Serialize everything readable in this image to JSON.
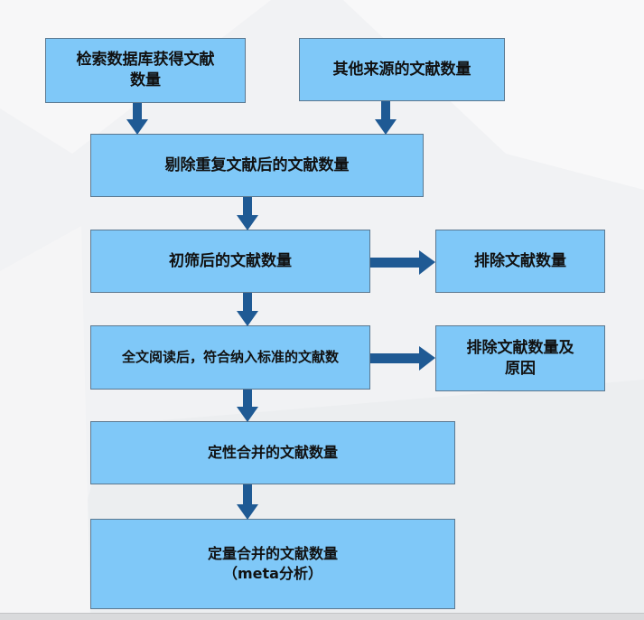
{
  "flowchart": {
    "db_search": "检索数据库获得文献数量",
    "other_sources": "其他来源的文献数量",
    "after_dedup": "剔除重复文献后的文献数量",
    "after_screening": "初筛后的文献数量",
    "excluded": "排除文献数量",
    "fulltext_eligible": "全文阅读后，符合纳入标准的文献数",
    "excluded_with_reasons_line1": "排除文献数量及",
    "excluded_with_reasons_line2": "原因",
    "qualitative": "定性合并的文献数量",
    "quantitative_line1": "定量合并的文献数量",
    "quantitative_line2": "（meta分析）"
  },
  "colors": {
    "box_fill": "#7fc8f8",
    "arrow": "#1f5a94",
    "background": "#f1f2f4"
  }
}
